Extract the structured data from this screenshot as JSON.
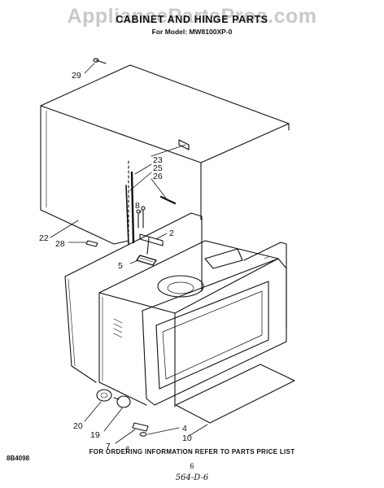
{
  "watermark": "AppliancePartsPros.com",
  "title": "CABINET AND HINGE PARTS",
  "subtitle": "For Model: MW8100XP-0",
  "callouts": {
    "c29": "29",
    "c23": "23",
    "c25": "25",
    "c26": "26",
    "c8": "8",
    "c2": "2",
    "c22": "22",
    "c28": "28",
    "c5": "5",
    "c20": "20",
    "c19": "19",
    "c7": "7",
    "c4": "4",
    "c10": "10",
    "c6": "6"
  },
  "footer": {
    "doc_number": "8B4098",
    "ordering_info": "FOR ORDERING INFORMATION REFER TO PARTS PRICE LIST",
    "page_number": "6",
    "handwritten_code": "564-D-6"
  }
}
